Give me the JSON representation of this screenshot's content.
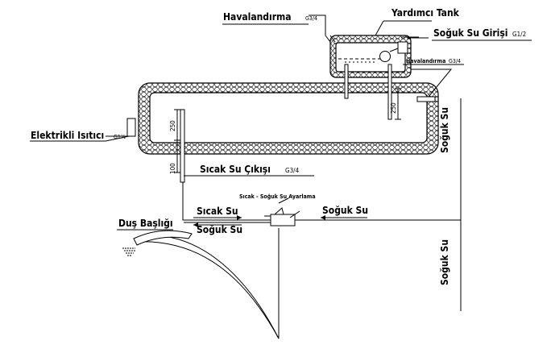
{
  "labels": {
    "havalandirma_top": "Havalandırma",
    "havalandirma_top_size": "G3/4",
    "yardimci_tank": "Yardımcı Tank",
    "soguk_su_girisi": "Soğuk Su Girişi",
    "soguk_su_girisi_size": "G1/2",
    "havalandirma_small": "Havalandırma",
    "havalandirma_small_size": "G3/4",
    "elektrikli_isitici": "Elektrikli Isıtıcı",
    "elektrikli_isitici_size": "G1½",
    "dim_250_left": "250",
    "dim_250_right": "250",
    "dim_100": "100",
    "sicak_su_cikisi": "Sıcak Su Çıkışı",
    "sicak_su_cikisi_size": "G3/4",
    "ayarlama": "Sıcak - Soğuk Su Ayarlama",
    "sicak_su": "Sıcak Su",
    "soguk_su_left": "Soğuk Su",
    "soguk_su_right": "Soğuk Su",
    "dus_basligi": "Duş Başlığı",
    "soguk_su_vertical_top": "Soğuk Su",
    "soguk_su_vertical_bottom": "Soğuk Su"
  }
}
